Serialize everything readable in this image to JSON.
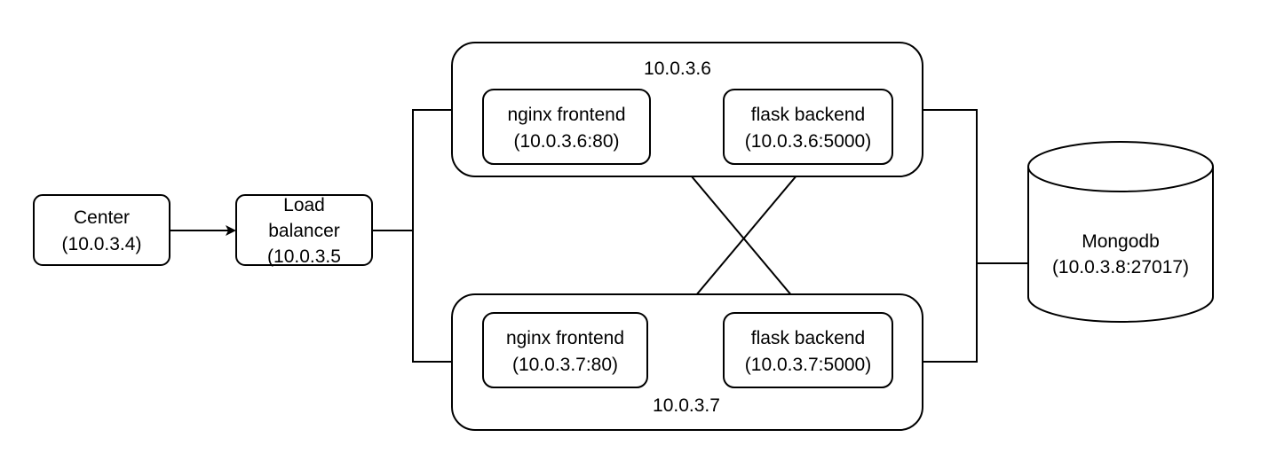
{
  "nodes": {
    "center": {
      "line1": "Center",
      "line2": "(10.0.3.4)"
    },
    "load_balancer": {
      "line1": "Load",
      "line2": "balancer",
      "line3": "(10.0.3.5"
    },
    "host_a": {
      "label": "10.0.3.6",
      "nginx": {
        "line1": "nginx frontend",
        "line2": "(10.0.3.6:80)"
      },
      "flask": {
        "line1": "flask backend",
        "line2": "(10.0.3.6:5000)"
      }
    },
    "host_b": {
      "label": "10.0.3.7",
      "nginx": {
        "line1": "nginx frontend",
        "line2": "(10.0.3.7:80)"
      },
      "flask": {
        "line1": "flask backend",
        "line2": "(10.0.3.7:5000)"
      }
    },
    "mongodb": {
      "line1": "Mongodb",
      "line2": "(10.0.3.8:27017)"
    }
  }
}
